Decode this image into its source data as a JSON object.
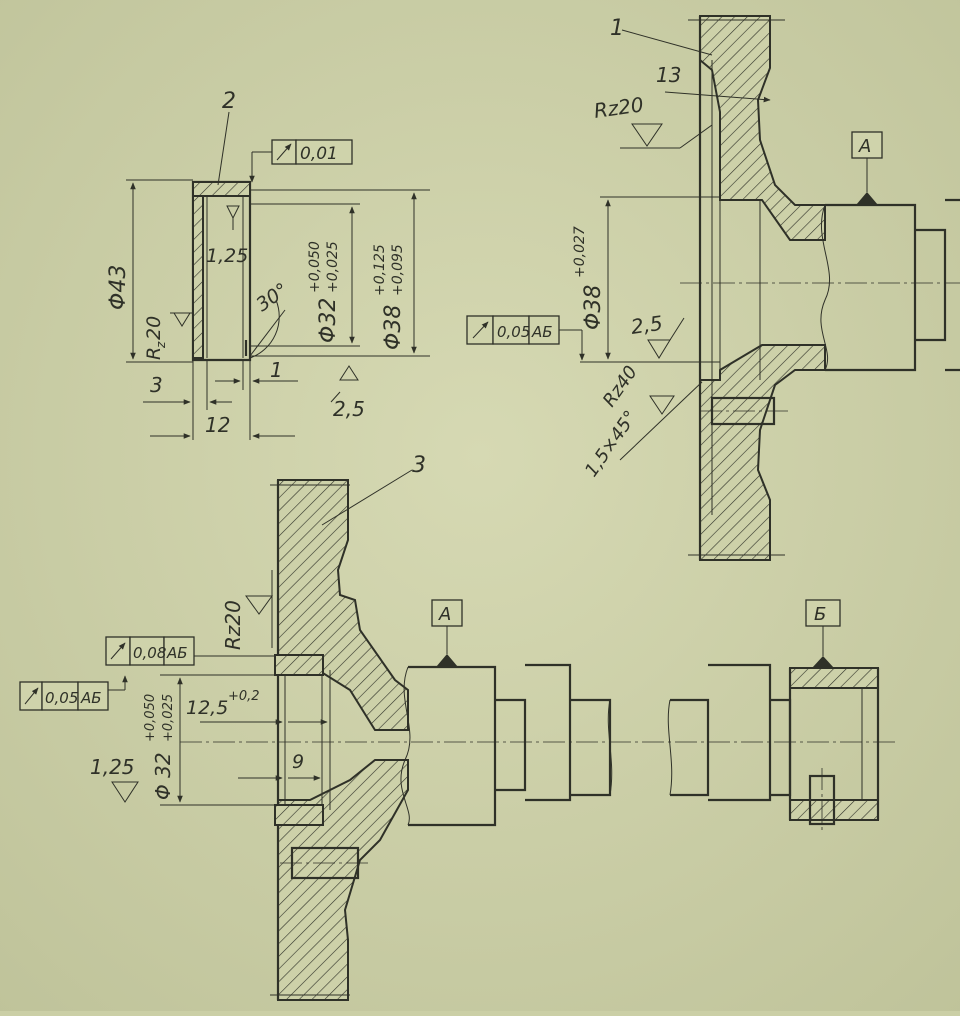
{
  "drawing": {
    "part_labels": [
      "1",
      "2",
      "3"
    ],
    "datum_labels": {
      "a": "А",
      "b": "Б"
    },
    "bushing": {
      "outer_diameter": "Φ43",
      "bore_tol_upper": "+0,050",
      "bore_tol_lower": "+0,025",
      "bore_base": "Φ32",
      "od_base": "Φ38",
      "od_tol_upper": "+0,125",
      "od_tol_lower": "+0,095",
      "runout_value": "0,01",
      "roughness_inner": "1,25",
      "roughness_outer": "2,5",
      "roughness_face_rz": "R",
      "roughness_face_sub": "z",
      "roughness_face_val": "20",
      "chamfer_angle": "30°",
      "dim_3": "3",
      "dim_1": "1",
      "dim_12": "12"
    },
    "gear_top": {
      "dim_13": "13",
      "roughness_rz20": "Rz20",
      "diameter_base": "Φ38",
      "diameter_tol": "+0,027",
      "runout_value": "0,05",
      "runout_datums": "АБ",
      "roughness_25": "2,5",
      "roughness_rz40": "Rz40",
      "chamfer": "1,5×45°"
    },
    "gear_bottom": {
      "roughness_rz20": "Rz20",
      "runout1_value": "0,08",
      "runout1_datums": "АБ",
      "runout2_value": "0,05",
      "runout2_datums": "АБ",
      "dim_125": "12,5",
      "dim_125_tol": "+0,2",
      "dim_9": "9",
      "bore_base": "Φ 32",
      "bore_tol_upper": "+0,050",
      "bore_tol_lower": "+0,025",
      "roughness_125": "1,25"
    }
  }
}
